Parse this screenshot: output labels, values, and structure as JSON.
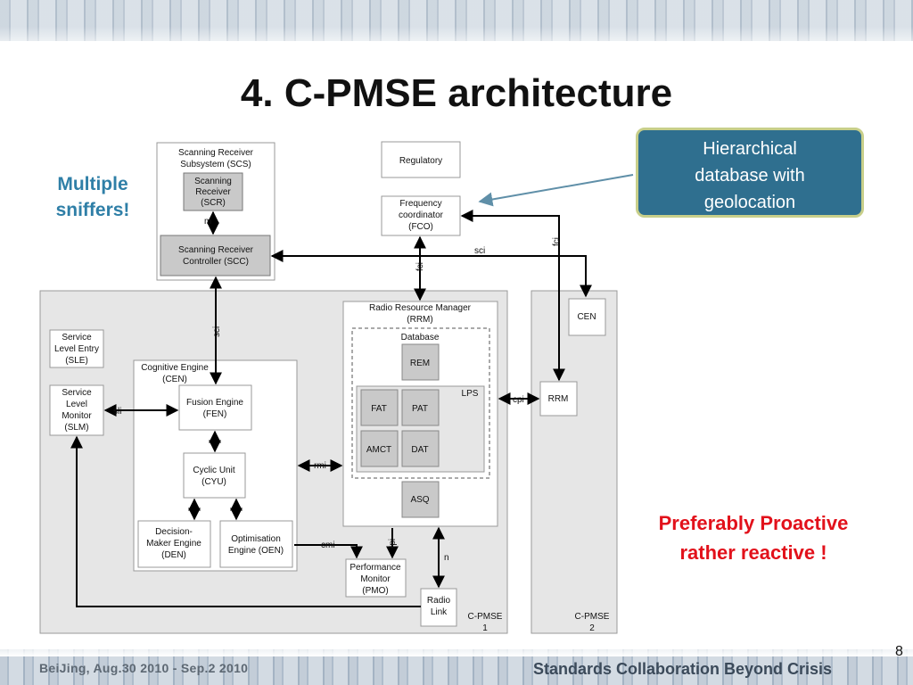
{
  "slide": {
    "title": "4. C-PMSE architecture",
    "page_number": "8",
    "footer_left": "BeiJing,   Aug.30 2010 - Sep.2  2010",
    "footer_right": "Standards Collaboration Beyond Crisis"
  },
  "annotations": {
    "callout": "Hierarchical\ndatabase with\ngeolocation",
    "left_note": "Multiple\nsniffers!",
    "right_note": "Preferably Proactive\nrather reactive !"
  },
  "diagram": {
    "regions": {
      "cpmse1": [
        "C-PMSE",
        "1"
      ],
      "cpmse2": [
        "C-PMSE",
        "2"
      ]
    },
    "boxes": {
      "scs": [
        "Scanning Receiver",
        "Subsystem (SCS)"
      ],
      "scr": [
        "Scanning",
        "Receiver",
        "(SCR)"
      ],
      "scc": [
        "Scanning Receiver",
        "Controller (SCC)"
      ],
      "regulatory": [
        "Regulatory"
      ],
      "fco": [
        "Frequency",
        "coordinator",
        "(FCO)"
      ],
      "cen_right": [
        "CEN"
      ],
      "rrm_main": [
        "Radio Resource Manager",
        "(RRM)"
      ],
      "database": [
        "Database"
      ],
      "rem": [
        "REM"
      ],
      "lps": [
        "LPS"
      ],
      "fat": [
        "FAT"
      ],
      "pat": [
        "PAT"
      ],
      "amct": [
        "AMCT"
      ],
      "dat": [
        "DAT"
      ],
      "asq": [
        "ASQ"
      ],
      "rrm_right": [
        "RRM"
      ],
      "sle": [
        "Service",
        "Level Entry",
        "(SLE)"
      ],
      "slm": [
        "Service",
        "Level",
        "Monitor",
        "(SLM)"
      ],
      "cen_left": [
        "Cognitive Engine",
        "(CEN)"
      ],
      "fen": [
        "Fusion Engine",
        "(FEN)"
      ],
      "cyu": [
        "Cyclic Unit",
        "(CYU)"
      ],
      "den": [
        "Decision-",
        "Maker Engine",
        "(DEN)"
      ],
      "oen": [
        "Optimisation",
        "Engine (OEN)"
      ],
      "pmo": [
        "Performance",
        "Monitor",
        "(PMO)"
      ],
      "radio_link": [
        "Radio",
        "Link"
      ]
    },
    "interfaces": {
      "m": "m",
      "sci_top": "sci",
      "fci_top": "fci",
      "fci_right": "fci",
      "sci_vertical": "sci",
      "sli": "sli",
      "rmi": "rmi",
      "cpi": "cpi",
      "cmi": "cmi",
      "rpi": "rpi",
      "n": "n"
    }
  },
  "colors": {
    "callout_bg": "#2f6f8f",
    "callout_border": "#c8cf8a",
    "left_note": "#2f7fa7",
    "right_note": "#e2111b",
    "region_fill": "#e6e6e6",
    "dark_box": "#c9c9c9"
  }
}
